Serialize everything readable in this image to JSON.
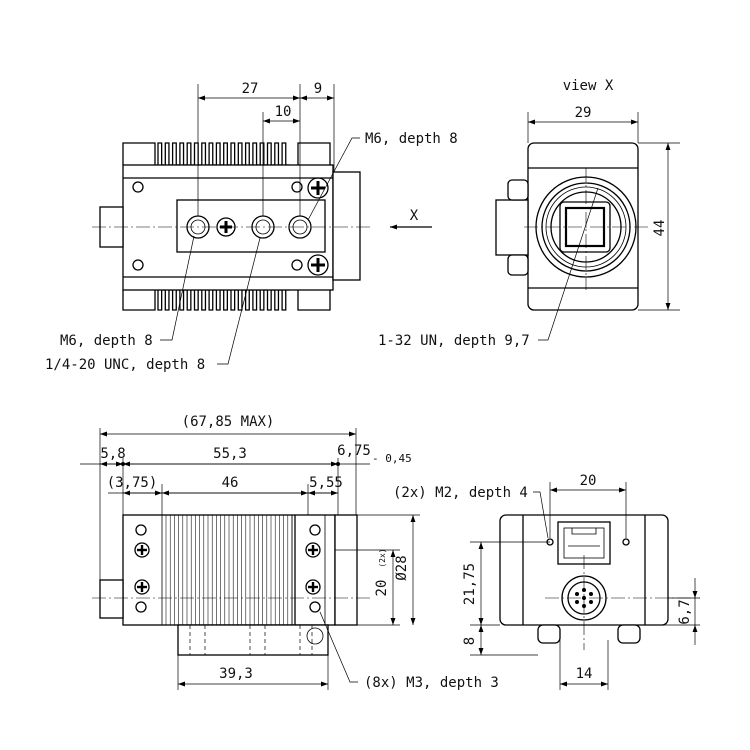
{
  "view_label": "view X",
  "arrow_label": "X",
  "front": {
    "dim_27": "27",
    "dim_9": "9",
    "dim_10": "10",
    "note_m6_top": "M6, depth 8",
    "note_m6_bottom": "M6, depth 8",
    "note_unc": "1/4-20 UNC, depth 8"
  },
  "side": {
    "dim_29": "29",
    "dim_44": "44",
    "note_thread": "1-32 UN, depth 9,7"
  },
  "bottom": {
    "dim_max": "(67,85 MAX)",
    "dim_58": "5,8",
    "dim_553": "55,3",
    "dim_675": "6,75",
    "tol_675": "- 0,45",
    "dim_375": "(3,75)",
    "dim_46": "46",
    "dim_555": "5,55",
    "dim_393": "39,3",
    "dim_20": "20",
    "dim_2x": "(2x)",
    "dim_d28": "Ø28",
    "note_m3": "(8x) M3, depth 3"
  },
  "rear": {
    "note_m2": "(2x) M2, depth 4",
    "dim_20": "20",
    "dim_2175": "21,75",
    "dim_8": "8",
    "dim_67": "6,7",
    "dim_14": "14"
  }
}
